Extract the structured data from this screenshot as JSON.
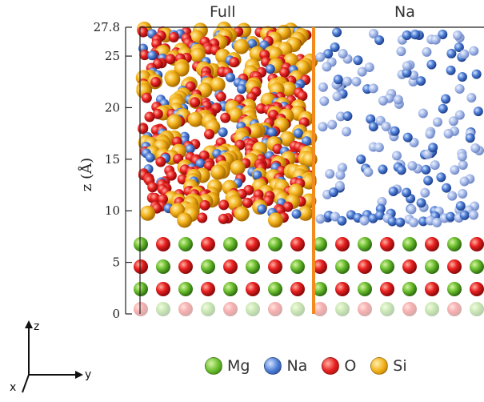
{
  "panels": [
    {
      "title": "Full"
    },
    {
      "title": "Na"
    }
  ],
  "axis": {
    "label": "z (Å)",
    "ticks": [
      "27.8",
      "25",
      "20",
      "15",
      "10",
      "5",
      "0"
    ],
    "tick_values": [
      27.8,
      25,
      20,
      15,
      10,
      5,
      0
    ]
  },
  "triad": {
    "z": "z",
    "y": "y",
    "x": "x"
  },
  "legend": [
    {
      "label": "Mg",
      "color": "#6cbf2f"
    },
    {
      "label": "Na",
      "color": "#4f7fd6"
    },
    {
      "label": "O",
      "color": "#e82020"
    },
    {
      "label": "Si",
      "color": "#f3b21a"
    }
  ]
}
